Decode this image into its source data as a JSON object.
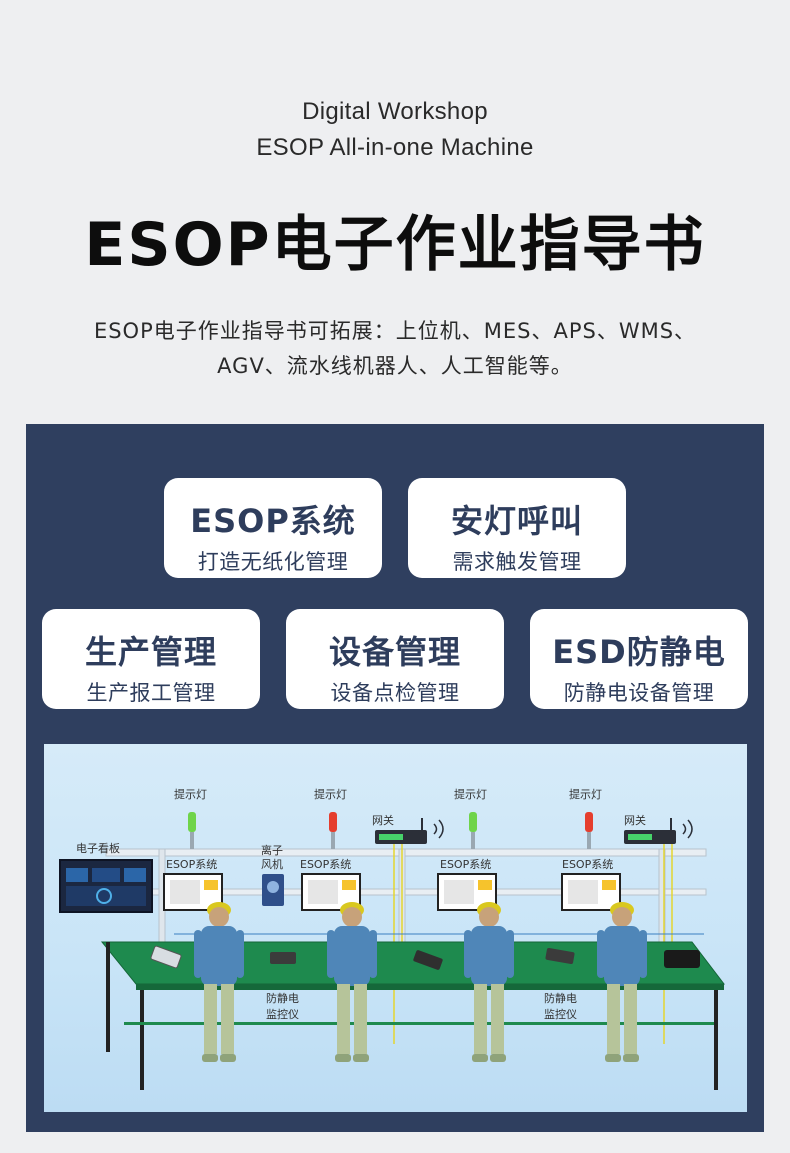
{
  "header": {
    "subtitle_line1": "Digital Workshop",
    "subtitle_line2": "ESOP All-in-one Machine",
    "title": "ESOP电子作业指导书",
    "desc_line1": "ESOP电子作业指导书可拓展：上位机、MES、APS、WMS、",
    "desc_line2": "AGV、流水线机器人、人工智能等。"
  },
  "features": [
    {
      "title": "ESOP系统",
      "subtitle": "打造无纸化管理"
    },
    {
      "title": "安灯呼叫",
      "subtitle": "需求触发管理"
    },
    {
      "title": "生产管理",
      "subtitle": "生产报工管理"
    },
    {
      "title": "设备管理",
      "subtitle": "设备点检管理"
    },
    {
      "title": "ESD防静电",
      "subtitle": "防静电设备管理"
    }
  ],
  "scene": {
    "indicator_light": "提示灯",
    "gateway": "网关",
    "ebanner": "电子看板",
    "ion_fan_line1": "离子",
    "ion_fan_line2": "风机",
    "esop_system": "ESOP系统",
    "esd_monitor_line1": "防静电",
    "esd_monitor_line2": "监控仪",
    "colors": {
      "table": "#1e8a4e",
      "light_green": "#6fd44a",
      "light_red": "#e53e2e",
      "worker_shirt": "#4f86b8",
      "worker_helmet": "#d9c81f"
    }
  }
}
